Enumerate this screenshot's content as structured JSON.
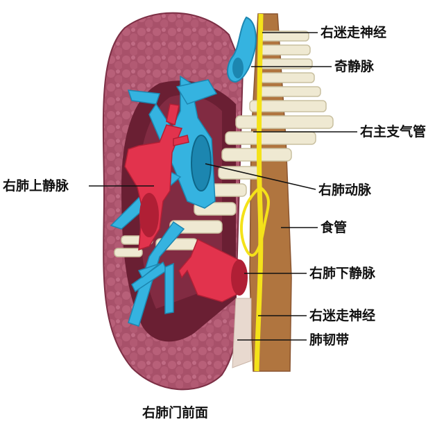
{
  "caption": "右肺门前面",
  "labels": {
    "vagus_top": "右迷走神经",
    "azygos": "奇静脉",
    "main_bronchus": "右主支气管",
    "sup_pulm_vein": "右肺上静脉",
    "pulm_artery": "右肺动脉",
    "esophagus": "食管",
    "inf_pulm_vein": "右肺下静脉",
    "vagus_bottom": "右迷走神经",
    "pulm_ligament": "肺韧带"
  },
  "colors": {
    "lung": "#a8516a",
    "lung_dark": "#7c2f45",
    "artery_blue": "#35b3e0",
    "vein_red": "#e2334d",
    "bronchus": "#efe9d2",
    "nerve": "#f4e21a",
    "esophagus": "#b0753f",
    "line": "#111111"
  }
}
